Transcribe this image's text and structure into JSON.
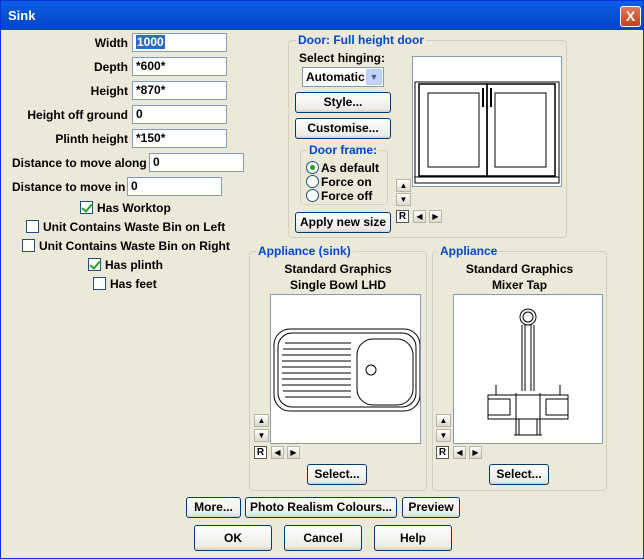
{
  "window": {
    "title": "Sink",
    "close_label": "X"
  },
  "fields": [
    {
      "label": "Width",
      "value": "1000"
    },
    {
      "label": "Depth",
      "value": "*600*"
    },
    {
      "label": "Height",
      "value": "*870*"
    },
    {
      "label": "Height off ground",
      "value": "0"
    },
    {
      "label": "Plinth height",
      "value": "*150*"
    },
    {
      "label": "Distance to move along",
      "value": "0"
    },
    {
      "label": "Distance to move in",
      "value": "0"
    }
  ],
  "checkboxes": [
    {
      "label": "Has Worktop",
      "checked": true
    },
    {
      "label": "Unit Contains Waste Bin on Left",
      "checked": false
    },
    {
      "label": "Unit Contains Waste Bin on Right",
      "checked": false
    },
    {
      "label": "Has plinth",
      "checked": true
    },
    {
      "label": "Has feet",
      "checked": false
    }
  ],
  "door": {
    "group_title": "Door: Full height door",
    "hinging_label": "Select hinging:",
    "hinging_value": "Automatic",
    "style_button": "Style...",
    "customise_button": "Customise...",
    "frame_title": "Door frame:",
    "frame_options": [
      "As default",
      "Force on",
      "Force off"
    ],
    "frame_selected": "As default",
    "apply_button": "Apply new size",
    "r_label": "R"
  },
  "appliance_sink": {
    "group_title": "Appliance (sink)",
    "line1": "Standard Graphics",
    "line2": "Single Bowl LHD",
    "select_button": "Select...",
    "r_label": "R"
  },
  "appliance_tap": {
    "group_title": "Appliance",
    "line1": "Standard Graphics",
    "line2": "Mixer Tap",
    "select_button": "Select...",
    "r_label": "R"
  },
  "bottom_buttons": {
    "more": "More...",
    "photo": "Photo Realism Colours...",
    "preview": "Preview",
    "ok": "OK",
    "cancel": "Cancel",
    "help": "Help"
  }
}
